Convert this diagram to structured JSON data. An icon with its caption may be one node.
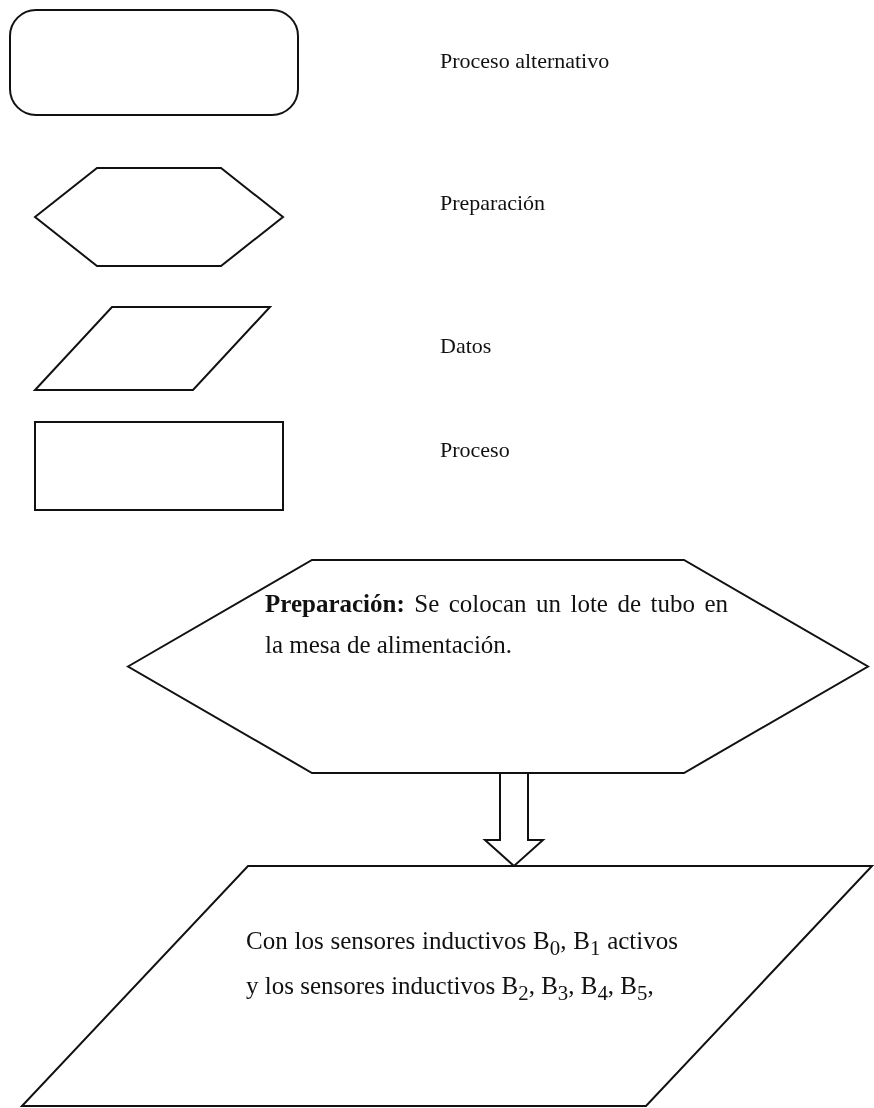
{
  "diagram": {
    "nodes": [
      {
        "text": [],
        "shape": "rounded-box"
      },
      {
        "text": [],
        "shape": "hexagon"
      },
      {
        "text": [],
        "shape": "parallelogram"
      },
      {
        "text": [],
        "shape": "box"
      },
      {
        "text": [
          "**Preparación:** Se colocan un lote de tubo en la mesa de alimentación."
        ]
      },
      {
        "text": [
          "Con los sensores inductivos B$_{0}$, B$_{1}$ activos y los sensores inductivos B$_{2}$, B$_{3}$, B$_{4}$, B$_{5}$,"
        ]
      }
    ],
    "edges": [
      {
        "from": 4,
        "to": 5,
        "arrow": "to"
      }
    ],
    "labels": [
      "Proceso alternativo",
      "Preparación",
      "Datos",
      "Proceso"
    ]
  }
}
